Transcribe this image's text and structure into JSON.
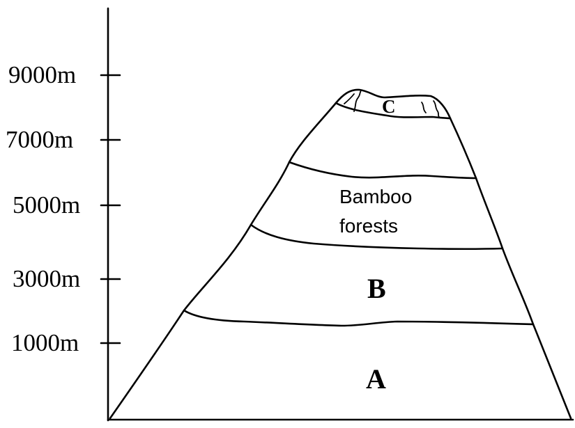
{
  "axis": {
    "ticks": [
      {
        "label": "9000m"
      },
      {
        "label": "7000m"
      },
      {
        "label": "5000m"
      },
      {
        "label": "3000m"
      },
      {
        "label": "1000m"
      }
    ]
  },
  "zones": {
    "a": "A",
    "b": "B",
    "c": "C",
    "bamboo_line1": "Bamboo",
    "bamboo_line2": "forests"
  }
}
